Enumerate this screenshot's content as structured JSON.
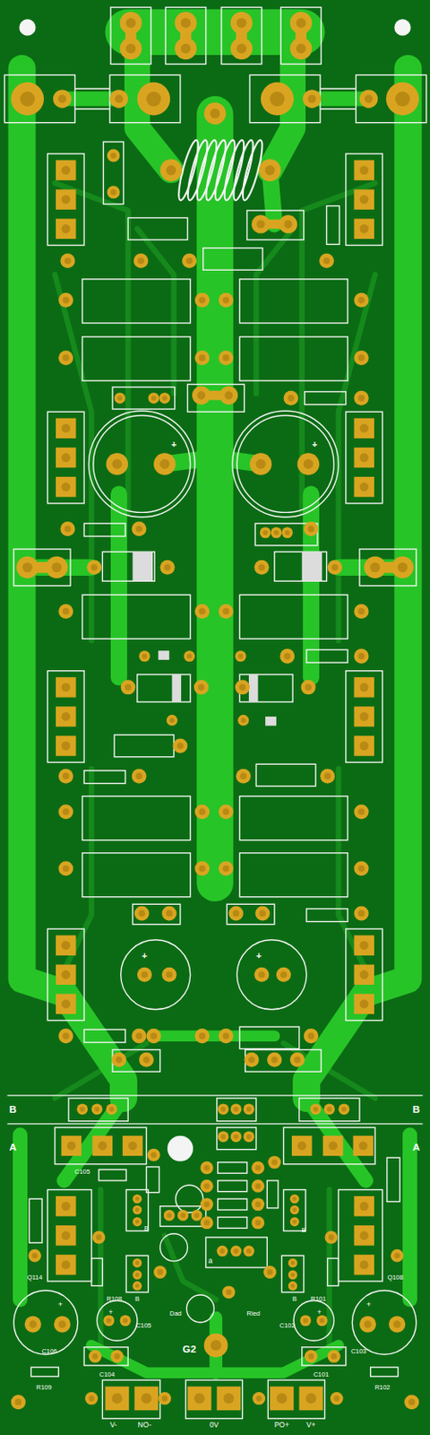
{
  "diagram": {
    "labels": [
      "B",
      "B",
      "A",
      "A",
      "C105",
      "Q114",
      "Q108",
      "R108",
      "B",
      "R101",
      "B",
      "B",
      "B",
      "C105",
      "C102",
      "Dad",
      "Rled",
      "C106",
      "C103",
      "C104",
      "C101",
      "R109",
      "R102",
      "G2",
      "V-",
      "NO-",
      "0V",
      "PO+",
      "V+",
      "a",
      "+",
      "+",
      "+",
      "+",
      "+",
      "+",
      "+",
      "+"
    ]
  }
}
